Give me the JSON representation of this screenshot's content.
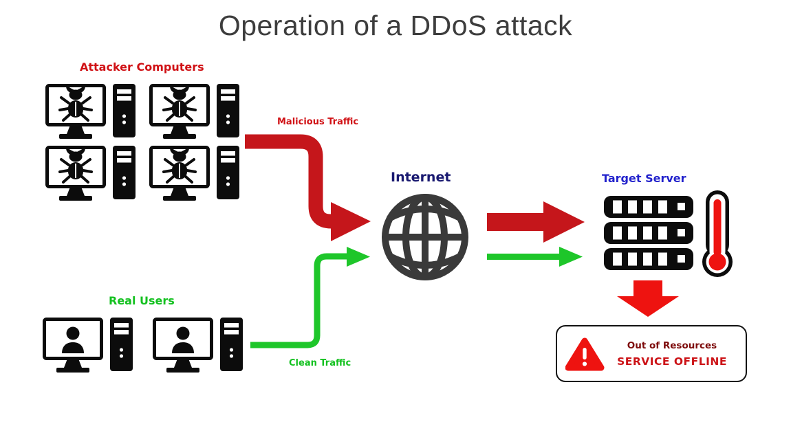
{
  "title": {
    "text": "Operation of a DDoS attack"
  },
  "colors": {
    "title_ink": "#3d3d3d",
    "ink": "#0c0c0c",
    "globe_gray": "#3a3a3a",
    "label_red": "#d01115",
    "arrow_red": "#c5161b",
    "bright_red": "#ee1310",
    "maroon": "#7d0b0b",
    "offline_red": "#cc1317",
    "label_green": "#14c120",
    "arrow_green": "#1ec62a",
    "navy": "#191970",
    "blue": "#2222cc"
  },
  "groups": {
    "attackers": {
      "label": "Attacker Computers",
      "count": 4,
      "icon": "bug-workstation-icon"
    },
    "real_users": {
      "label": "Real Users",
      "count": 2,
      "icon": "person-workstation-icon"
    }
  },
  "flows": {
    "malicious": {
      "label": "Malicious Traffic"
    },
    "clean": {
      "label": "Clean Traffic"
    }
  },
  "nodes": {
    "internet": {
      "label": "Internet",
      "icon": "globe-icon"
    },
    "target_server": {
      "label": "Target Server",
      "icons": [
        "server-rack-icon",
        "thermometer-hot-icon"
      ]
    }
  },
  "alert": {
    "icon": "warning-triangle-icon",
    "line1": "Out of Resources",
    "line2": "SERVICE OFFLINE"
  }
}
